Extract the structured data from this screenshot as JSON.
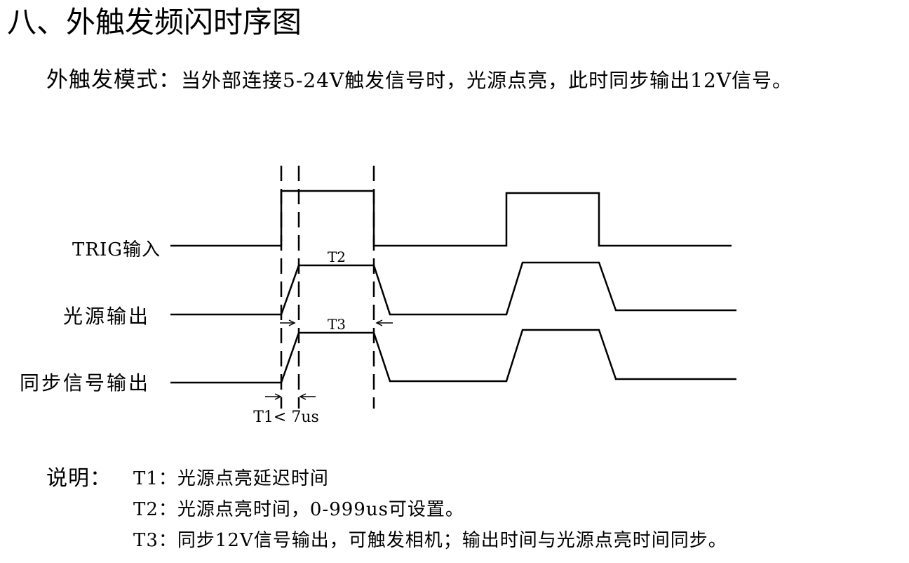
{
  "heading": "八、外触发频闪时序图",
  "intro": {
    "lead": "外触发模式：",
    "text": "当外部连接5-24V触发信号时，光源点亮，此时同步输出12V信号。"
  },
  "diagram": {
    "signal_labels": {
      "trig": "TRIG输入",
      "light": "光源输出",
      "sync": "同步信号输出"
    },
    "interval_labels": {
      "t1": "T1< 7us",
      "t2": "T2",
      "t3": "T3"
    }
  },
  "notes": {
    "heading": "说明：",
    "items": [
      "T1：光源点亮延迟时间",
      "T2：光源点亮时间，0-999us可设置。",
      "T3：同步12V信号输出，可触发相机；输出时间与光源点亮时间同步。"
    ]
  }
}
